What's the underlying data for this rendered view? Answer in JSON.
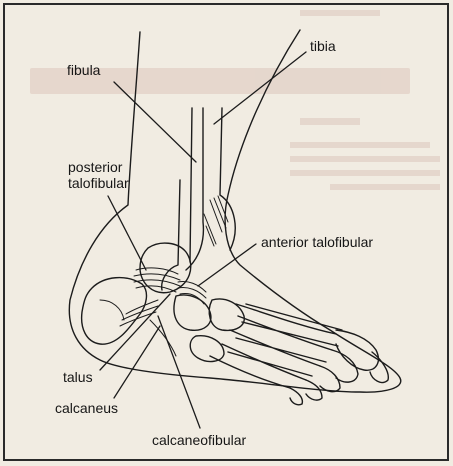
{
  "labels": {
    "fibula": "fibula",
    "tibia": "tibia",
    "posterior_line1": "posterior",
    "posterior_line2": "talofibular",
    "anterior_talofibular": "anterior talofibular",
    "talus": "talus",
    "calcaneus": "calcaneus",
    "calcaneofibular": "calcaneofibular"
  },
  "colors": {
    "background": "#f1ece2",
    "frame": "#2a2a2a",
    "ink": "#1c1c1c",
    "bleed_text": "#d4b9b0"
  }
}
